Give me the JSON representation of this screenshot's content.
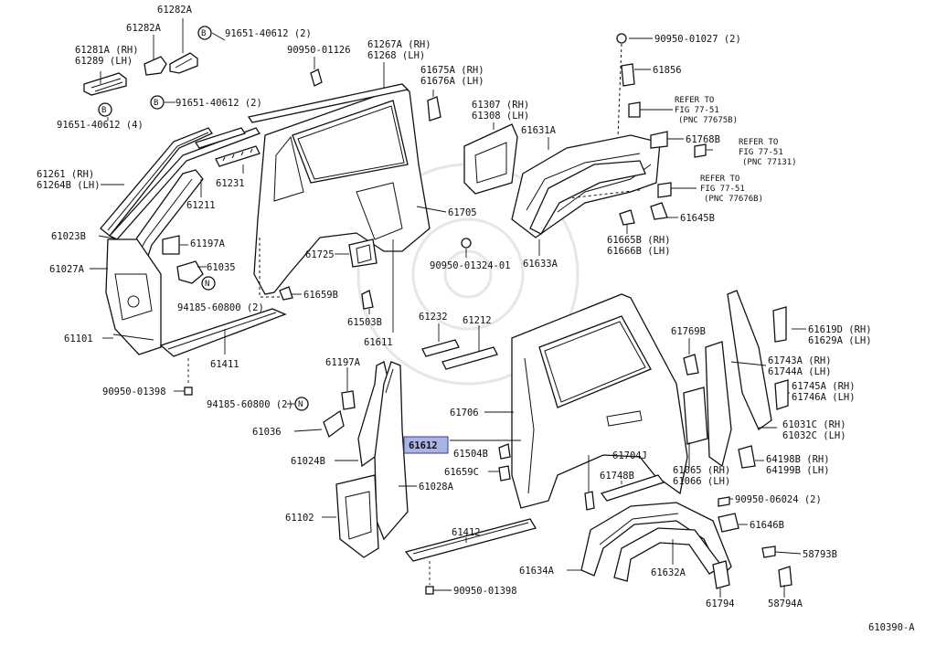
{
  "diagram_id": "610390-A",
  "highlight": {
    "label": "61612",
    "color": "#a9b3e6"
  },
  "labels": {
    "p61282A_top": "61282A",
    "p61282A": "61282A",
    "p61281A": "61281A (RH)",
    "p61289": "61289   (LH)",
    "b_91651_2_top": "91651-40612 (2)",
    "b_91651_2_mid": "91651-40612 (2)",
    "p91651_4": "91651-40612 (4)",
    "p90950_01126": "90950-01126",
    "p61267A": "61267A (RH)",
    "p61268": "61268     (LH)",
    "p61675A": "61675A (RH)",
    "p61676A": "61676A (LH)",
    "p61307": "61307 (RH)",
    "p61308": "61308 (LH)",
    "p61631A": "61631A",
    "p90950_01027": "90950-01027 (2)",
    "p61856": "61856",
    "ref1a": "REFER TO",
    "ref1b": "FIG 77-51",
    "ref1c": "(PNC 77675B)",
    "p61768B": "61768B",
    "ref2a": "REFER TO",
    "ref2b": "FIG 77-51",
    "ref2c": "(PNC 77131)",
    "ref3a": "REFER TO",
    "ref3b": "FIG 77-51",
    "ref3c": "(PNC 77676B)",
    "p61645B": "61645B",
    "p61665B": "61665B (RH)",
    "p61666B": "61666B (LH)",
    "p61633A": "61633A",
    "p61261": "61261   (RH)",
    "p61264B": "61264B (LH)",
    "p61231": "61231",
    "p61211": "61211",
    "p61705": "61705",
    "p61023B": "61023B",
    "p61197A_top": "61197A",
    "p61725": "61725",
    "p90950_01324": "90950-01324-01",
    "p61027A": "61027A",
    "p61035": "61035",
    "p94185_top": "94185-60800 (2)",
    "p61659B": "61659B",
    "p61503B": "61503B",
    "p61232": "61232",
    "p61212": "61212",
    "p61101": "61101",
    "p61611": "61611",
    "p61411": "61411",
    "p61769B": "61769B",
    "p61619D": "61619D (RH)",
    "p61629A": "61629A (LH)",
    "p61743A": "61743A (RH)",
    "p61744A": "61744A (LH)",
    "p61197A_mid": "61197A",
    "p90950_01398_top": "90950-01398",
    "p61745A": "61745A (RH)",
    "p61746A": "61746A (LH)",
    "p94185_mid": "94185-60800 (2)",
    "p61706": "61706",
    "p61031C": "61031C (RH)",
    "p61032C": "61032C (LH)",
    "p61036": "61036",
    "p61504B": "61504B",
    "p61024B": "61024B",
    "p61704J": "61704J",
    "p64198B": "64198B (RH)",
    "p64199B": "64199B (LH)",
    "p61659C": "61659C",
    "p61748B": "61748B",
    "p61065": "61065 (RH)",
    "p61066": "61066 (LH)",
    "p61028A": "61028A",
    "p90950_06024": "90950-06024 (2)",
    "p61102": "61102",
    "p61412": "61412",
    "p61646B": "61646B",
    "p58793B": "58793B",
    "p61634A": "61634A",
    "p61632A": "61632A",
    "p90950_01398_bot": "90950-01398",
    "p61794": "61794",
    "p58794A": "58794A",
    "badge_B": "B",
    "badge_N": "N"
  }
}
